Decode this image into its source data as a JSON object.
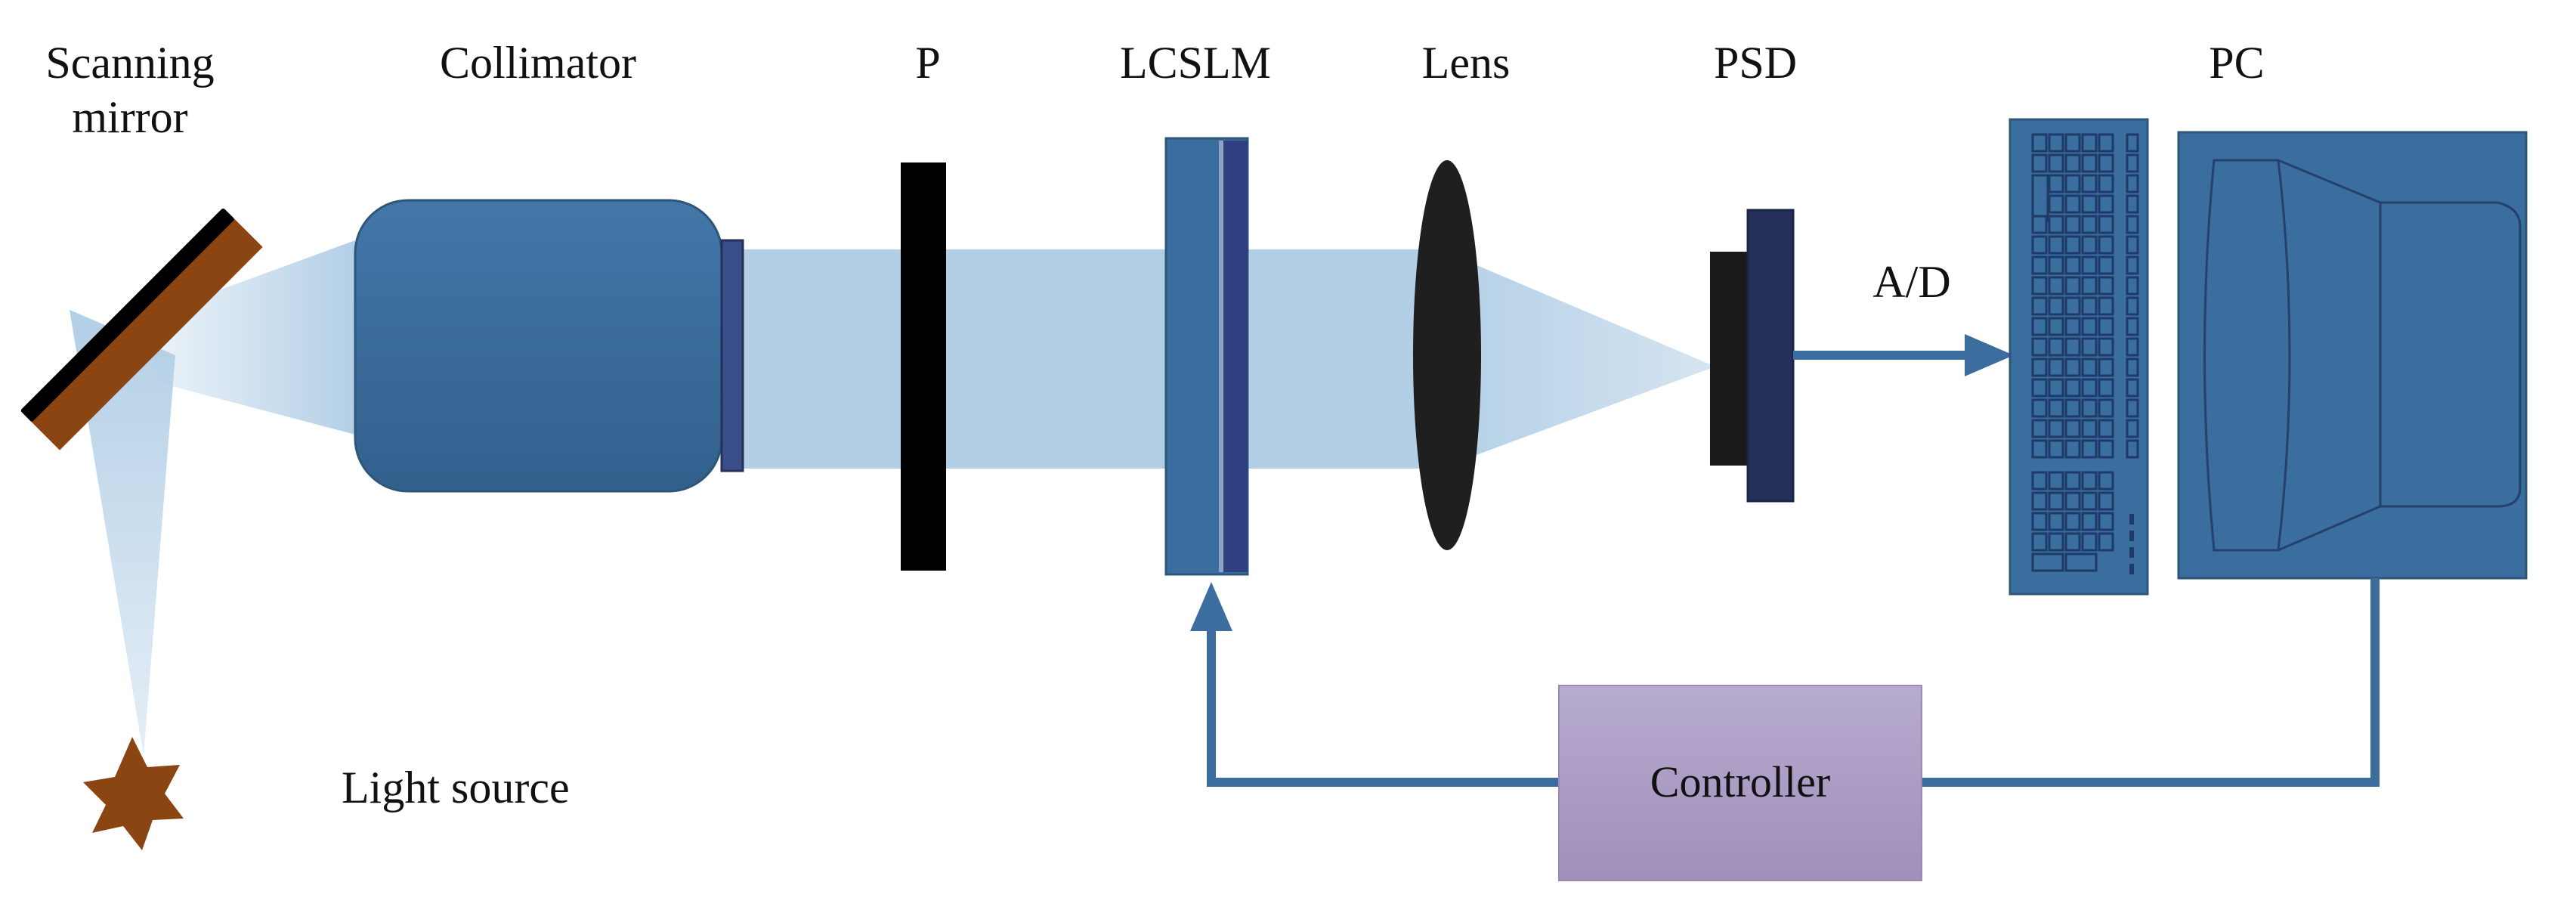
{
  "diagram": {
    "labels": {
      "scanning_mirror_line1": "Scanning",
      "scanning_mirror_line2": "mirror",
      "collimator": "Collimator",
      "polarizer": "P",
      "lcslm": "LCSLM",
      "lens": "Lens",
      "psd": "PSD",
      "pc": "PC",
      "ad": "A/D",
      "light_source": "Light source",
      "controller": "Controller"
    },
    "colors": {
      "beam": "#b3cfe6",
      "device_blue": "#3a6e9f",
      "device_blue_dark": "#2e5c86",
      "device_edge": "#2f5678",
      "navy": "#25305a",
      "black": "#000000",
      "lens_dark": "#1f1f1f",
      "mirror_brown": "#8b4513",
      "star_brown": "#8b4513",
      "controller_top": "#b5a8cc",
      "controller_bottom": "#a390bc",
      "arrow_blue": "#3b6e9e"
    }
  }
}
